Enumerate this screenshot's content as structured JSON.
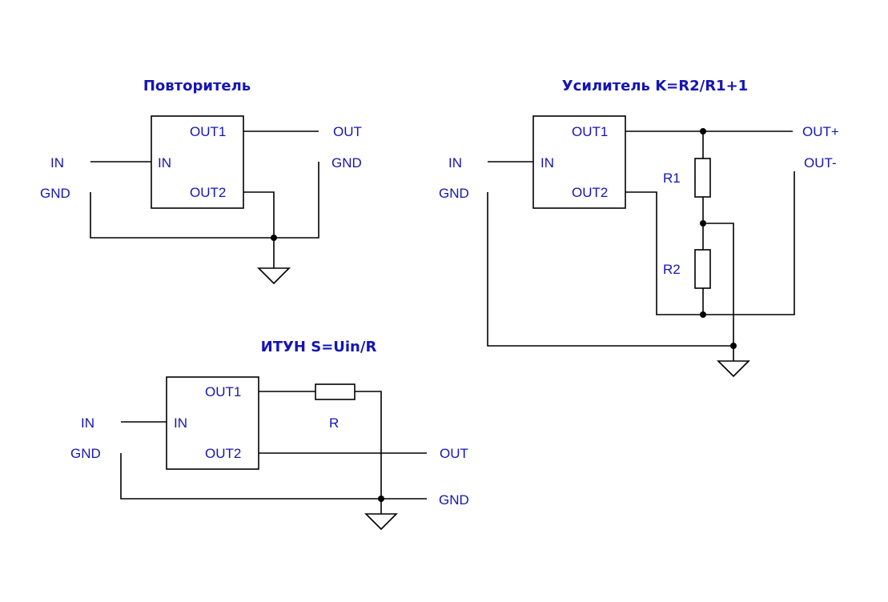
{
  "follower": {
    "title": "Повторитель",
    "pin_in": "IN",
    "pin_out1": "OUT1",
    "pin_out2": "OUT2",
    "ext_in": "IN",
    "ext_gnd": "GND",
    "ext_out": "OUT",
    "ext_gnd_right": "GND"
  },
  "amplifier": {
    "title": "Усилитель K=R2/R1+1",
    "pin_in": "IN",
    "pin_out1": "OUT1",
    "pin_out2": "OUT2",
    "ext_in": "IN",
    "ext_gnd": "GND",
    "ext_out_plus": "OUT+",
    "ext_out_minus": "OUT-",
    "r1": "R1",
    "r2": "R2"
  },
  "vccs": {
    "title": "ИТУН S=Uin/R",
    "pin_in": "IN",
    "pin_out1": "OUT1",
    "pin_out2": "OUT2",
    "ext_in": "IN",
    "ext_gnd": "GND",
    "ext_out": "OUT",
    "ext_gnd_right": "GND",
    "r": "R"
  }
}
